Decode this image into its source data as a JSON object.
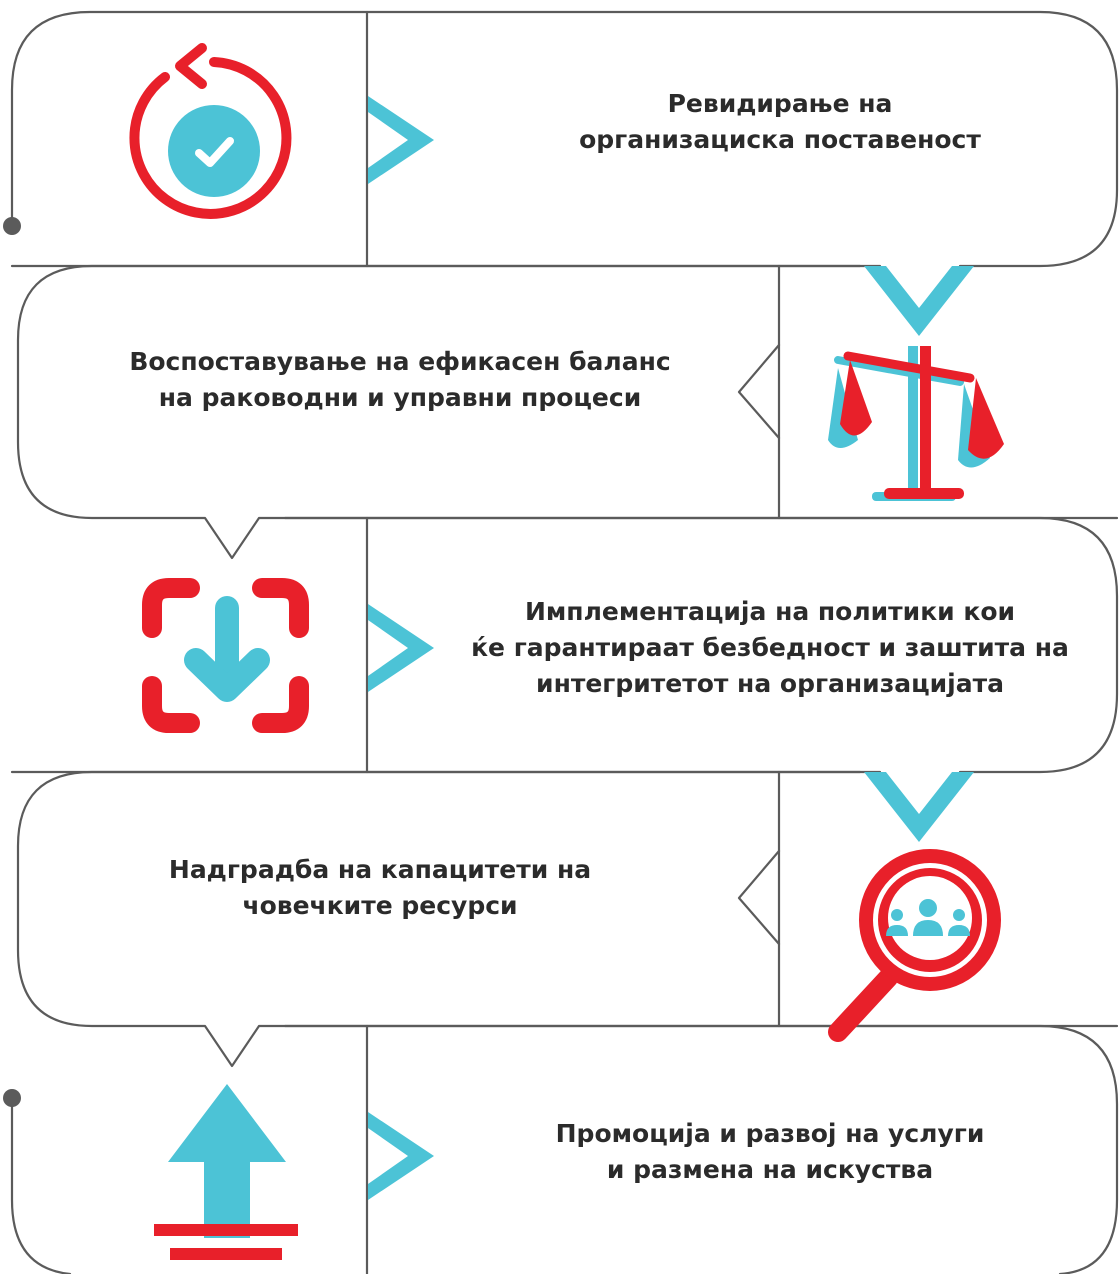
{
  "colors": {
    "outline": "#5b5b5b",
    "accent_red": "#e8202a",
    "accent_cyan": "#4cc3d6",
    "text": "#2b2b2b"
  },
  "steps": [
    {
      "icon": "refresh-check-icon",
      "lines": [
        "Ревидирање на",
        "организациска поставеност"
      ]
    },
    {
      "icon": "scales-icon",
      "lines": [
        "Воспоставување на ефикасен баланс",
        "на раководни и управни процеси"
      ]
    },
    {
      "icon": "focus-download-icon",
      "lines": [
        "Имплементација на политики кои",
        "ќе гарантираат безбедност и заштита на",
        "интегритетот на организацијата"
      ]
    },
    {
      "icon": "magnifier-people-icon",
      "lines": [
        "Надградба на капацитети на",
        "човечките ресурси"
      ]
    },
    {
      "icon": "upload-arrow-icon",
      "lines": [
        "Промоција и развој на услуги",
        "и размена на искуства"
      ]
    }
  ]
}
